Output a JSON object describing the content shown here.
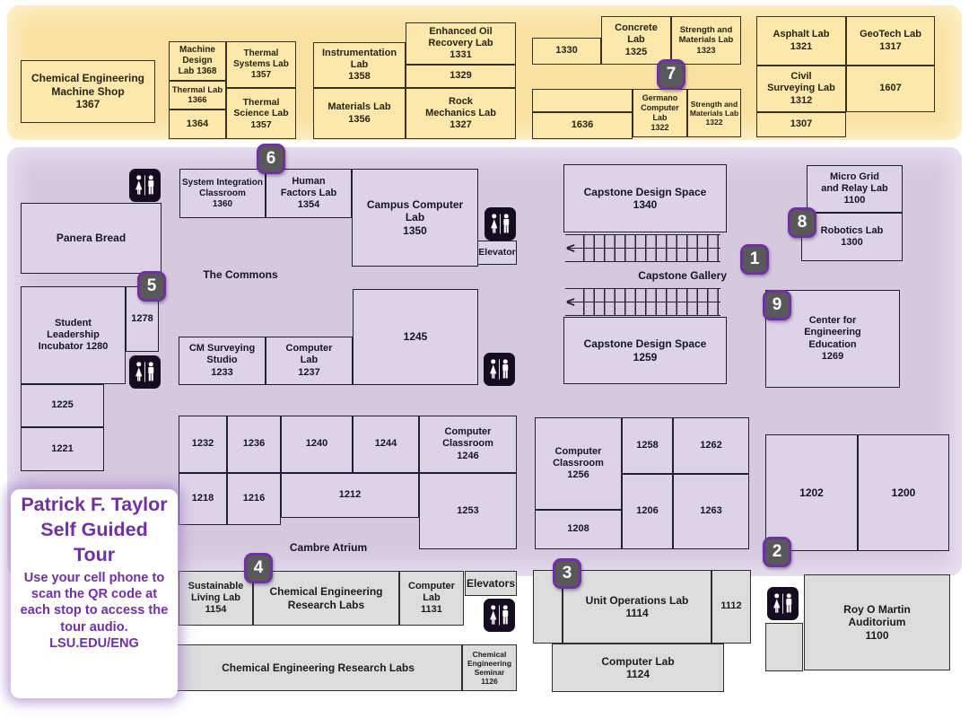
{
  "tour_panel": {
    "title": "Patrick F. Taylor\nSelf Guided\nTour",
    "instructions": "Use your cell phone to scan the QR code at each stop to access the tour audio.",
    "url": "LSU.EDU/ENG"
  },
  "colors": {
    "brand_purple": "#7030A0",
    "badge_fill": "#58595B",
    "yellow_wing_bg": "#F9E1A1",
    "yellow_room_fill": "#FCE8AB",
    "purple_wing_bg": "#D5C9E0",
    "purple_room_fill": "#DDD3E8",
    "gray_room_fill": "#DCDCDC",
    "restroom_sign": "#140D20"
  },
  "stops": {
    "s1": "1",
    "s2": "2",
    "s3": "3",
    "s4": "4",
    "s5": "5",
    "s6": "6",
    "s7": "7",
    "s8": "8",
    "s9": "9"
  },
  "labels": {
    "the_commons": "The Commons",
    "cambre_atrium": "Cambre Atrium",
    "capstone_gallery": "Capstone Gallery",
    "elevator": "Elevator",
    "elevators": "Elevators"
  },
  "rooms_yellow": {
    "machine_shop": "Chemical Engineering\nMachine Shop\n1367",
    "machine_design_lab": "Machine\nDesign\nLab 1368",
    "thermal_lab_1366": "Thermal Lab\n1366",
    "room_1364": "1364",
    "thermal_systems_lab": "Thermal\nSystems Lab\n1357",
    "thermal_science_lab": "Thermal\nScience Lab\n1357",
    "instrumentation_lab": "Instrumentation\nLab\n1358",
    "materials_lab": "Materials Lab\n1356",
    "enhanced_oil_recovery_lab": "Enhanced Oil\nRecovery Lab\n1331",
    "room_1329": "1329",
    "rock_mechanics_lab": "Rock\nMechanics Lab\n1327",
    "room_1330": "1330",
    "concrete_lab": "Concrete\nLab\n1325",
    "strength_materials_lab_1323": "Strength and\nMaterials Lab\n1323",
    "room_1636": "1636",
    "germano_computer_lab": "Germano\nComputer\nLab\n1322",
    "strength_materials_lab_1322": "Strength and\nMaterials Lab\n1322",
    "asphalt_lab": "Asphalt Lab\n1321",
    "geotech_lab": "GeoTech Lab\n1317",
    "civil_surveying_lab": "Civil\nSurveying Lab\n1312",
    "room_1607": "1607",
    "room_1307": "1307"
  },
  "rooms_purple": {
    "system_integration_classroom": "System Integration\nClassroom\n1360",
    "human_factors_lab": "Human\nFactors Lab\n1354",
    "campus_computer_lab": "Campus Computer\nLab\n1350",
    "panera_bread": "Panera Bread",
    "student_leadership_incubator": "Student\nLeadership\nIncubator 1280",
    "room_1278": "1278",
    "room_1225": "1225",
    "room_1221": "1221",
    "cm_surveying_studio": "CM Surveying\nStudio\n1233",
    "computer_lab_1237": "Computer\nLab\n1237",
    "room_1245": "1245",
    "capstone_design_space_1340": "Capstone Design Space\n1340",
    "capstone_design_space_1259": "Capstone Design Space\n1259",
    "micro_grid_relay_lab": "Micro Grid\nand Relay Lab\n1100",
    "robotics_lab": "Robotics Lab\n1300",
    "center_engineering_education": "Center for\nEngineering\nEducation\n1269",
    "room_1232": "1232",
    "room_1236": "1236",
    "room_1240": "1240",
    "room_1244": "1244",
    "computer_classroom_1246": "Computer\nClassroom\n1246",
    "room_1218": "1218",
    "room_1216": "1216",
    "room_1212": "1212",
    "room_1253": "1253",
    "computer_classroom_1256": "Computer\nClassroom\n1256",
    "room_1258": "1258",
    "room_1262": "1262",
    "room_1206": "1206",
    "room_1263": "1263",
    "room_1208": "1208",
    "room_1202": "1202",
    "room_1200": "1200"
  },
  "rooms_gray": {
    "sustainable_living_lab": "Sustainable\nLiving Lab\n1154",
    "chemical_research_labs_upper": "Chemical Engineering\nResearch Labs",
    "computer_lab_1131": "Computer\nLab\n1131",
    "chemical_research_labs_lower": "Chemical Engineering Research Labs",
    "chemical_engineering_seminar": "Chemical\nEngineering\nSeminar\n1126",
    "unit_operations_lab": "Unit Operations Lab\n1114",
    "room_1112": "1112",
    "computer_lab_1124": "Computer Lab\n1124",
    "roy_o_martin_auditorium": "Roy O Martin\nAuditorium\n1100"
  }
}
